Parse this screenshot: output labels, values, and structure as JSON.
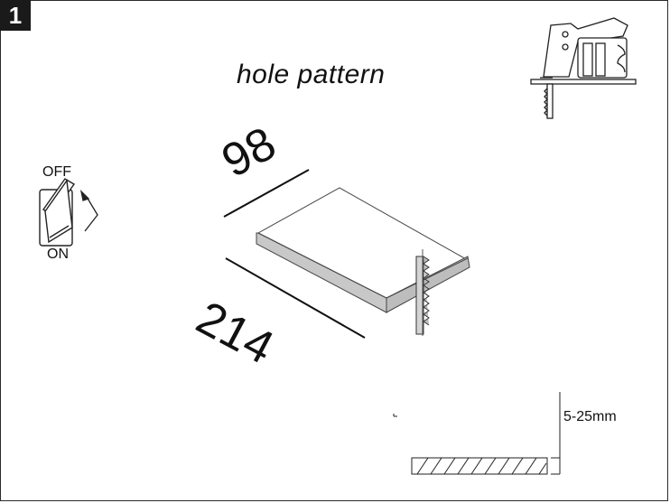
{
  "step": {
    "number": "1"
  },
  "title": "hole pattern",
  "switch": {
    "off_label": "OFF",
    "on_label": "ON"
  },
  "dimensions": {
    "width": "98",
    "length": "214"
  },
  "thickness": {
    "range": "5-25mm"
  },
  "icons": [
    "jigsaw-icon",
    "rocker-switch-icon",
    "board-icon",
    "saw-blade-icon",
    "workpiece-section-icon"
  ]
}
